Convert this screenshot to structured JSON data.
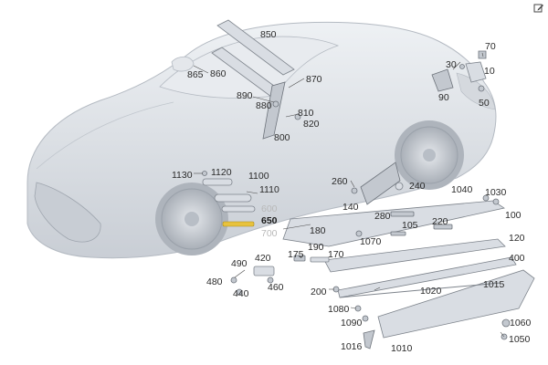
{
  "diagram": {
    "callouts": [
      {
        "id": "850",
        "text": "850"
      },
      {
        "id": "860",
        "text": "860"
      },
      {
        "id": "865",
        "text": "865"
      },
      {
        "id": "870",
        "text": "870"
      },
      {
        "id": "890",
        "text": "890"
      },
      {
        "id": "880",
        "text": "880"
      },
      {
        "id": "810",
        "text": "810"
      },
      {
        "id": "820",
        "text": "820"
      },
      {
        "id": "800",
        "text": "800"
      },
      {
        "id": "70",
        "text": "70"
      },
      {
        "id": "30",
        "text": "30"
      },
      {
        "id": "10",
        "text": "10"
      },
      {
        "id": "90",
        "text": "90"
      },
      {
        "id": "50",
        "text": "50"
      },
      {
        "id": "1130",
        "text": "1130"
      },
      {
        "id": "1120",
        "text": "1120"
      },
      {
        "id": "1100",
        "text": "1100"
      },
      {
        "id": "1110",
        "text": "1110"
      },
      {
        "id": "600",
        "text": "600"
      },
      {
        "id": "650",
        "text": "650"
      },
      {
        "id": "700",
        "text": "700"
      },
      {
        "id": "260",
        "text": "260"
      },
      {
        "id": "240",
        "text": "240"
      },
      {
        "id": "140",
        "text": "140"
      },
      {
        "id": "1040",
        "text": "1040"
      },
      {
        "id": "1030",
        "text": "1030"
      },
      {
        "id": "180",
        "text": "180"
      },
      {
        "id": "280",
        "text": "280"
      },
      {
        "id": "105",
        "text": "105"
      },
      {
        "id": "220",
        "text": "220"
      },
      {
        "id": "100",
        "text": "100"
      },
      {
        "id": "1070",
        "text": "1070"
      },
      {
        "id": "120",
        "text": "120"
      },
      {
        "id": "490",
        "text": "490"
      },
      {
        "id": "420",
        "text": "420"
      },
      {
        "id": "175",
        "text": "175"
      },
      {
        "id": "190",
        "text": "190"
      },
      {
        "id": "170",
        "text": "170"
      },
      {
        "id": "400",
        "text": "400"
      },
      {
        "id": "480",
        "text": "480"
      },
      {
        "id": "460",
        "text": "460"
      },
      {
        "id": "440",
        "text": "440"
      },
      {
        "id": "200",
        "text": "200"
      },
      {
        "id": "1020",
        "text": "1020"
      },
      {
        "id": "1015",
        "text": "1015"
      },
      {
        "id": "1080",
        "text": "1080"
      },
      {
        "id": "1090",
        "text": "1090"
      },
      {
        "id": "1060",
        "text": "1060"
      },
      {
        "id": "1050",
        "text": "1050"
      },
      {
        "id": "1016",
        "text": "1016"
      },
      {
        "id": "1010",
        "text": "1010"
      }
    ]
  },
  "colors": {
    "car_body": "#dfe3e8",
    "part": "#d9dde3",
    "highlight_strip": "#e8c23c",
    "label": "#2a2a2a"
  },
  "icons": {
    "edit": "edit-icon"
  }
}
